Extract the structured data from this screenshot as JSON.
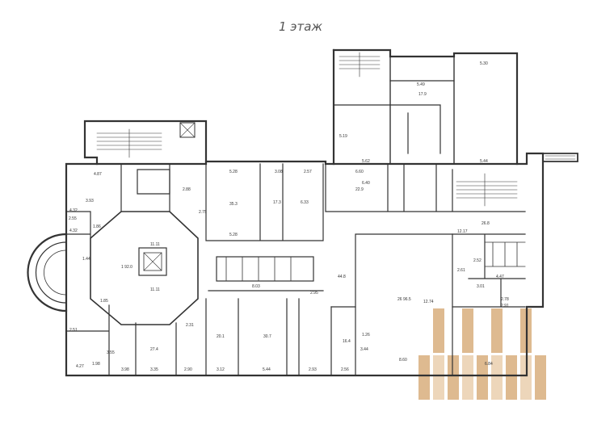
{
  "title": "1 этаж",
  "watermark_color": "#d4a46c",
  "wall_color": "#333333",
  "labels": {
    "d_487": "4.87",
    "d_393": "3.93",
    "d_432a": "4.32",
    "d_432b": "4.32",
    "d_255": "2.55",
    "d_186": "1.86",
    "d_144": "1.44",
    "d_185": "1.85",
    "d_251": "2.51",
    "d_427": "4.27",
    "d_355": "3.55",
    "d_398": "3.98",
    "d_335": "3.35",
    "d_290": "2.90",
    "d_312": "3.12",
    "d_544": "5.44",
    "d_293": "2.93",
    "d_256": "2.56",
    "d_860": "8.60",
    "d_684": "6.84",
    "d_528a": "5.28",
    "d_528b": "5.28",
    "d_308": "3.08",
    "d_257": "2.57",
    "d_660": "6.60",
    "d_1111a": "11.11",
    "d_1111b": "11.11",
    "d_803": "8.03",
    "d_295": "2.95",
    "d_1217": "12.17",
    "d_530": "5.30",
    "d_544t": "5.44",
    "d_562": "5.62",
    "d_549": "5.49",
    "d_519": "5.19",
    "d_1274": "12.74",
    "d_447": "4.47",
    "d_278": "2.78",
    "d_291": "2.91",
    "d_301": "3.01",
    "d_261": "2.61",
    "d_231": "2.31",
    "d_252": "2.52",
    "d_198": "1.98",
    "d_288": "2.88",
    "d_275": "2.75",
    "d_640": "6.40",
    "d_633": "6.33",
    "d_126": "1.26",
    "d_344": "3.44",
    "r_main": "1\n92.0",
    "r_big": "26\n96.5",
    "r_35": "35.3",
    "r_173": "17.3",
    "r_448": "44.8",
    "r_179": "17.9",
    "r_268": "26.8",
    "r_164": "16.4",
    "r_229": "22.9",
    "r_307": "30.7",
    "r_274": "27.4",
    "r_201": "20.1"
  }
}
